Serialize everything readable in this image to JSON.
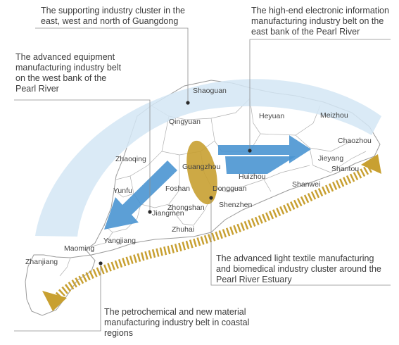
{
  "annotations": {
    "support_cluster": "The supporting industry cluster in the east, west and north of Guangdong",
    "electronic_belt": "The high-end electronic information manufacturing industry belt on the east bank of the Pearl River",
    "equipment_belt": "The advanced equipment manufacturing industry belt on the west bank of the Pearl River",
    "textile_biomedical": "The advanced light textile manufacturing and biomedical industry cluster around the Pearl River Estuary",
    "petrochemical_belt": "The petrochemical and new material manufacturing industry belt in coastal regions"
  },
  "cities": {
    "shaoguan": "Shaoguan",
    "qingyuan": "Qingyuan",
    "heyuan": "Heyuan",
    "meizhou": "Meizhou",
    "chaozhou": "Chaozhou",
    "zhaoqing": "Zhaoqing",
    "guangzhou": "Guangzhou",
    "huizhou": "Huizhou",
    "jieyang": "Jieyang",
    "shantou": "Shantou",
    "yunfu": "Yunfu",
    "foshan": "Foshan",
    "dongguan": "Dongguan",
    "shanwei": "Shanwei",
    "jiangmen": "Jiangmen",
    "zhongshan": "Zhongshan",
    "shenzhen": "Shenzhen",
    "zhuhai": "Zhuhai",
    "maoming": "Maoming",
    "yangjiang": "Yangjiang",
    "zhanjiang": "Zhanjiang"
  },
  "colors": {
    "province_fill": "#ffffff",
    "border": "#9a9a9a",
    "support_band": "#d3e6f4",
    "arrow_blue": "#4a95d2",
    "gold": "#c8a031",
    "leader": "#8c8c8c",
    "dot": "#2a2a2a"
  }
}
